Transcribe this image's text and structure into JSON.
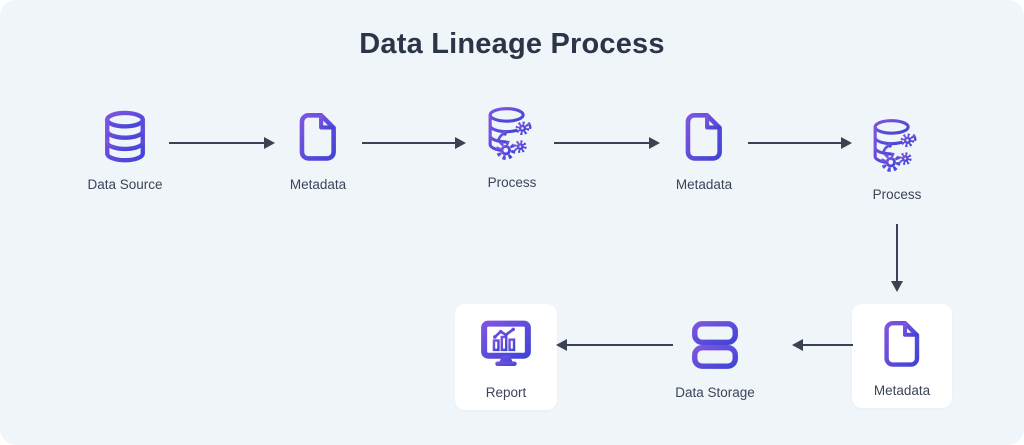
{
  "title": "Data Lineage Process",
  "nodes": [
    {
      "label": "Data Source",
      "icon": "database-icon"
    },
    {
      "label": "Metadata",
      "icon": "document-icon"
    },
    {
      "label": "Process",
      "icon": "database-gears-icon"
    },
    {
      "label": "Metadata",
      "icon": "document-icon"
    },
    {
      "label": "Process",
      "icon": "database-gears-icon"
    },
    {
      "label": "Metadata",
      "icon": "document-icon"
    },
    {
      "label": "Data Storage",
      "icon": "server-stack-icon"
    },
    {
      "label": "Report",
      "icon": "monitor-chart-icon"
    }
  ],
  "edges": [
    {
      "from": "Data Source",
      "to": "Metadata",
      "direction": "right"
    },
    {
      "from": "Metadata",
      "to": "Process",
      "direction": "right"
    },
    {
      "from": "Process",
      "to": "Metadata",
      "direction": "right"
    },
    {
      "from": "Metadata",
      "to": "Process",
      "direction": "right"
    },
    {
      "from": "Process",
      "to": "Metadata",
      "direction": "down"
    },
    {
      "from": "Metadata",
      "to": "Data Storage",
      "direction": "left"
    },
    {
      "from": "Data Storage",
      "to": "Report",
      "direction": "left"
    }
  ],
  "colors": {
    "panel_background": "#f0f5fa",
    "page_background": "#ffffff",
    "title_text": "#2c3447",
    "label_text": "#3c4457",
    "arrow": "#3b4252",
    "icon_gradient_start": "#7d55e0",
    "icon_gradient_end": "#4144d6",
    "card_background": "#ffffff"
  }
}
